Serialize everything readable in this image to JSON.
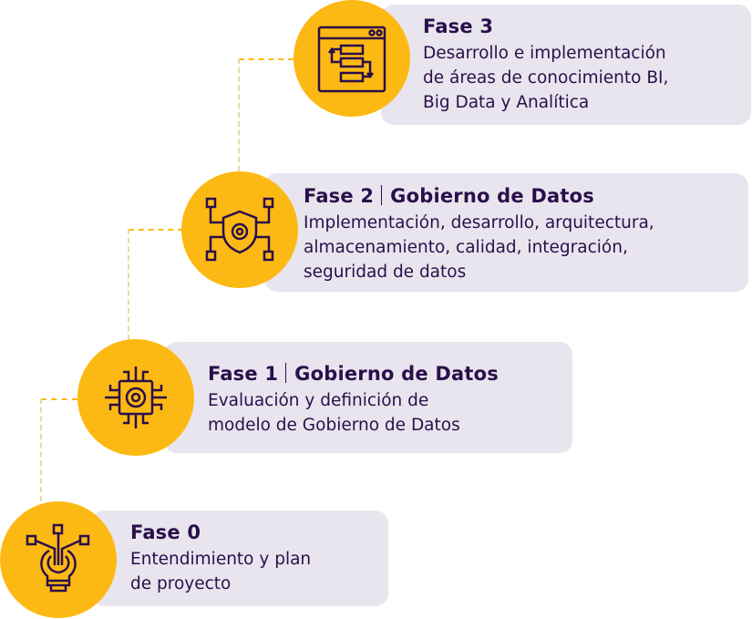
{
  "colors": {
    "accent": "#fdb913",
    "text": "#2a0f4a",
    "card": "#e8e5ee"
  },
  "phases": [
    {
      "title": "Fase 0",
      "subtitle": "",
      "lines": [
        "Entendimiento y plan",
        "de proyecto"
      ],
      "icon": "lightbulb-network-icon"
    },
    {
      "title": "Fase 1",
      "subtitle": "Gobierno de Datos",
      "lines": [
        "Evaluación y definición de",
        "modelo de Gobierno de Datos"
      ],
      "icon": "chip-gear-icon"
    },
    {
      "title": "Fase 2",
      "subtitle": "Gobierno de Datos",
      "lines": [
        "Implementación, desarrollo, arquitectura,",
        "almacenamiento, calidad, integración,",
        "seguridad de datos"
      ],
      "icon": "shield-gear-network-icon"
    },
    {
      "title": "Fase 3",
      "subtitle": "",
      "lines": [
        "Desarrollo e implementación",
        "de áreas de conocimiento BI,",
        "Big Data y Analítica"
      ],
      "icon": "browser-flowchart-icon"
    }
  ]
}
